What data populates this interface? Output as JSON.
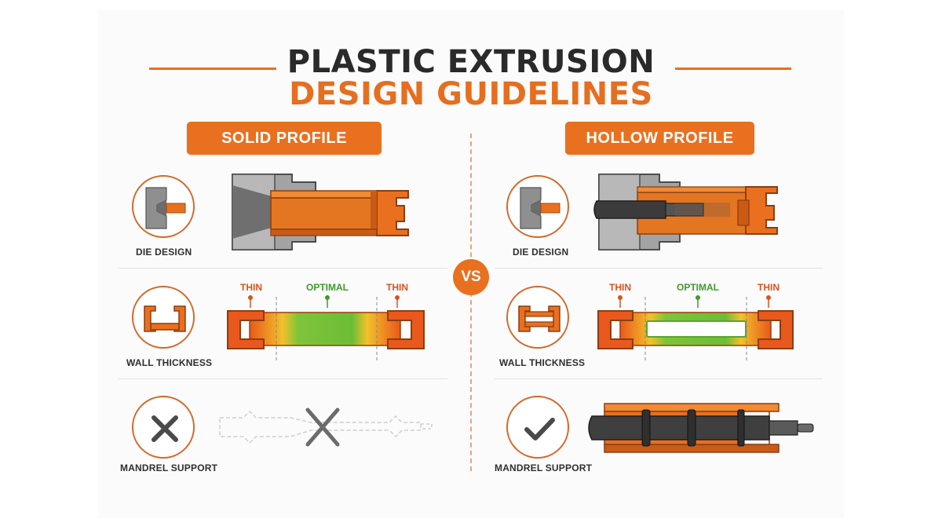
{
  "title": {
    "line1": "PLASTIC EXTRUSION",
    "line2": "DESIGN GUIDELINES"
  },
  "vs": "VS",
  "solid": {
    "header": "SOLID PROFILE",
    "die_label": "DIE DESIGN",
    "wall_label": "WALL THICKNESS",
    "mandrel_label": "MANDREL SUPPORT",
    "thin_left": "THIN",
    "optimal": "OPTIMAL",
    "thin_right": "THIN",
    "mandrel_icon": "x-mark-icon"
  },
  "hollow": {
    "header": "HOLLOW PROFILE",
    "die_label": "DIE DESIGN",
    "wall_label": "WALL THICKNESS",
    "mandrel_label": "MANDREL SUPPORT",
    "thin_left": "THIN",
    "optimal": "OPTIMAL",
    "thin_right": "THIN",
    "mandrel_icon": "check-mark-icon"
  },
  "colors": {
    "accent": "#e9701f",
    "thin": "#d9531e",
    "optimal": "#3f9a2b",
    "steel": "#8a8a8a"
  }
}
